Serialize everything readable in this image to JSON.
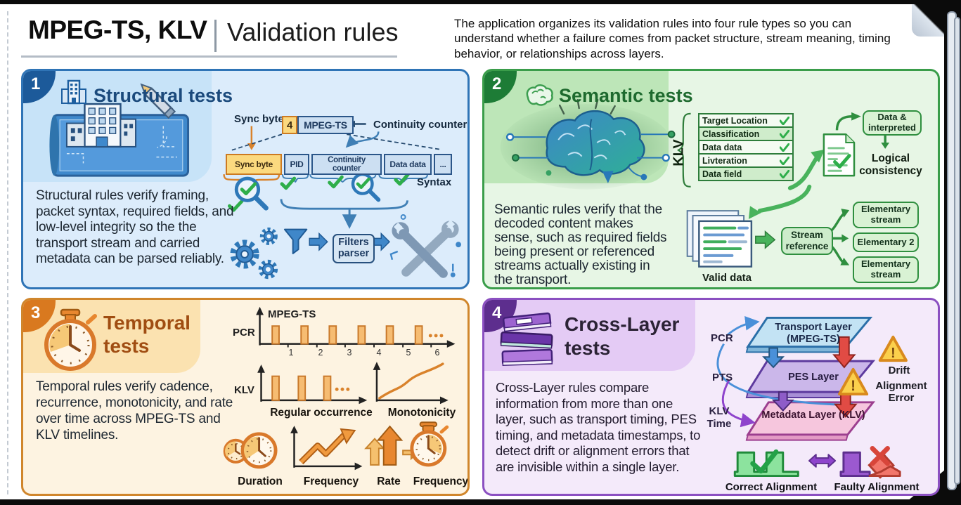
{
  "header": {
    "brand": "MPEG-TS, KLV",
    "title": "Validation rules",
    "intro": "The application organizes its validation rules into four rule types so you can understand whether a failure comes from packet structure, stream meaning, timing behavior, or relationships across layers."
  },
  "colors": {
    "structural_accent": "#2f74b6",
    "semantic_accent": "#3a9d4a",
    "temporal_accent": "#d0862c",
    "cross_layer_accent": "#8b50c1"
  },
  "structural": {
    "badge": "1",
    "title": "Structural tests",
    "description": "Structural rules verify framing, packet syntax, required fields, and low-level integrity so the the transport stream and carried metadata can be parsed reliably.",
    "sync_byte_label": "Sync byte",
    "counter_value": "4",
    "packet_type": "MPEG-TS",
    "continuity_label": "Continuity counter",
    "fields": [
      "Sync byte",
      "PID",
      "Continuity counter",
      "Data data",
      "..."
    ],
    "syntax_label": "Syntax",
    "parser_label": "Filters parser"
  },
  "semantic": {
    "badge": "2",
    "title": "Semantic tests",
    "description": "Semantic rules verify that the decoded content makes sense, such as required fields being present or referenced streams actually existing in the transport.",
    "klv_label": "KLV",
    "fields": [
      "Target Location",
      "Classification",
      "Data data",
      "Livteration",
      "Data field"
    ],
    "interpreted_label": "Data & interpreted",
    "logical_label": "Logical consistency",
    "valid_data_label": "Valid data",
    "stream_ref_label": "Stream reference",
    "outputs": [
      "Elementary stream",
      "Elementary 2",
      "Elementary stream"
    ]
  },
  "temporal": {
    "badge": "3",
    "title": "Temporal tests",
    "description": "Temporal rules verify cadence, recurrence, monotonicity, and rate over time across MPEG-TS and KLV timelines.",
    "pcr_label": "PCR",
    "axis_label": "MPEG-TS",
    "ticks": [
      "1",
      "2",
      "3",
      "4",
      "5",
      "6"
    ],
    "klv_label": "KLV",
    "regular_label": "Regular occurrence",
    "monotonicity_label": "Monotonicity",
    "duration_label": "Duration",
    "frequency_label_1": "Frequency",
    "rate_label": "Rate",
    "frequency_label_2": "Frequency"
  },
  "cross_layer": {
    "badge": "4",
    "title": "Cross-Layer tests",
    "description": "Cross-Layer rules compare information from more than one layer, such as transport timing, PES timing, and metadata timestamps, to detect drift or alignment errors that are invisible within a single layer.",
    "pcr_label": "PCR",
    "pts_label": "PTS",
    "klv_time_label": "KLV Time",
    "layers": [
      "Transport Layer (MPEG-TS)",
      "PES Layer",
      "Metadata Layer (KLV)"
    ],
    "drift_label": "Drift",
    "alignment_error_label": "Alignment Error",
    "correct_label": "Correct Alignment",
    "faulty_label": "Faulty Alignment"
  }
}
